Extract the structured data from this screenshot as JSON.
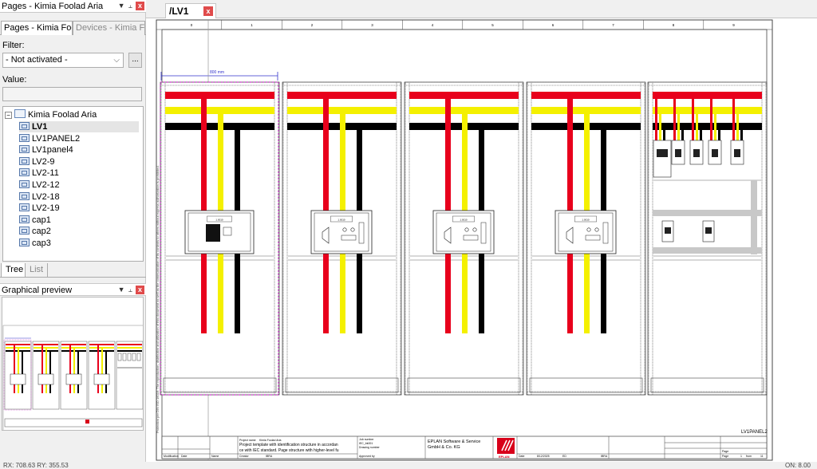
{
  "pages_panel": {
    "title": "Pages - Kimia Foolad Aria",
    "tabs": [
      "Pages - Kimia Fool...",
      "Devices - Kimia Fo..."
    ],
    "filter_label": "Filter:",
    "filter_value": "- Not activated -",
    "more_button": "...",
    "value_label": "Value:",
    "value_text": "",
    "tree_root": "Kimia Foolad Aria",
    "tree_items": [
      "LV1",
      "LV1PANEL2",
      "LV1panel4",
      "LV2-9",
      "LV2-11",
      "LV2-12",
      "LV2-18",
      "LV2-19",
      "cap1",
      "cap2",
      "cap3"
    ],
    "selected_item": "LV1",
    "bottom_tabs": [
      "Tree",
      "List"
    ]
  },
  "preview_panel": {
    "title": "Graphical preview"
  },
  "panel_buttons": {
    "dropdown": "▼",
    "pin": "📌",
    "close": "x"
  },
  "document_tab": {
    "label": "/LV1",
    "close": "x"
  },
  "drawing": {
    "column_numbers": [
      "0",
      "1",
      "2",
      "3",
      "4",
      "5",
      "6",
      "7",
      "8",
      "9"
    ],
    "dimension_label": "800 mm",
    "breaker_label": "1.0010",
    "sheet_label": "LV1PANEL2",
    "title_block": {
      "project_name_label": "Project name",
      "project_name": "Kimia Foolad Aria",
      "description_line1": "Project template with identification structure in accordan",
      "description_line2": "ce with IEC standard. Page structure with higher-level fu",
      "job_number_label": "Job number",
      "job_number": "IEC_bk001",
      "drawing_number_label": "Drawing number",
      "company_line1": "EPLAN Software & Service",
      "company_line2": "GmbH & Co. KG",
      "logo_text": "EPLAN",
      "creator_label": "Creator",
      "creator": "IBRA",
      "approved_label": "Approved by",
      "date_label": "Date",
      "date_value": "8/12/2025",
      "ed_label": "ED",
      "modification_label": "Modification",
      "name_label": "Name",
      "page_label": "Page",
      "page_value": "1",
      "from_label": "from",
      "from_value": "11",
      "side_vertical_text": "Protection per DIN ISO 16016: The reproduction, distribution and utilization of this document as well as the communication of its contents to others without express authorization is prohibited."
    }
  },
  "status_bar": {
    "left": "RX: 708.63    RY: 355.53",
    "right": "ON: 8.00"
  },
  "colors": {
    "busbar_red": "#e8001c",
    "busbar_yellow": "#f4f000",
    "busbar_black": "#000000",
    "close_red": "#e04b4b",
    "selection_magenta": "#cc33cc",
    "dimension_blue": "#3333cc"
  }
}
